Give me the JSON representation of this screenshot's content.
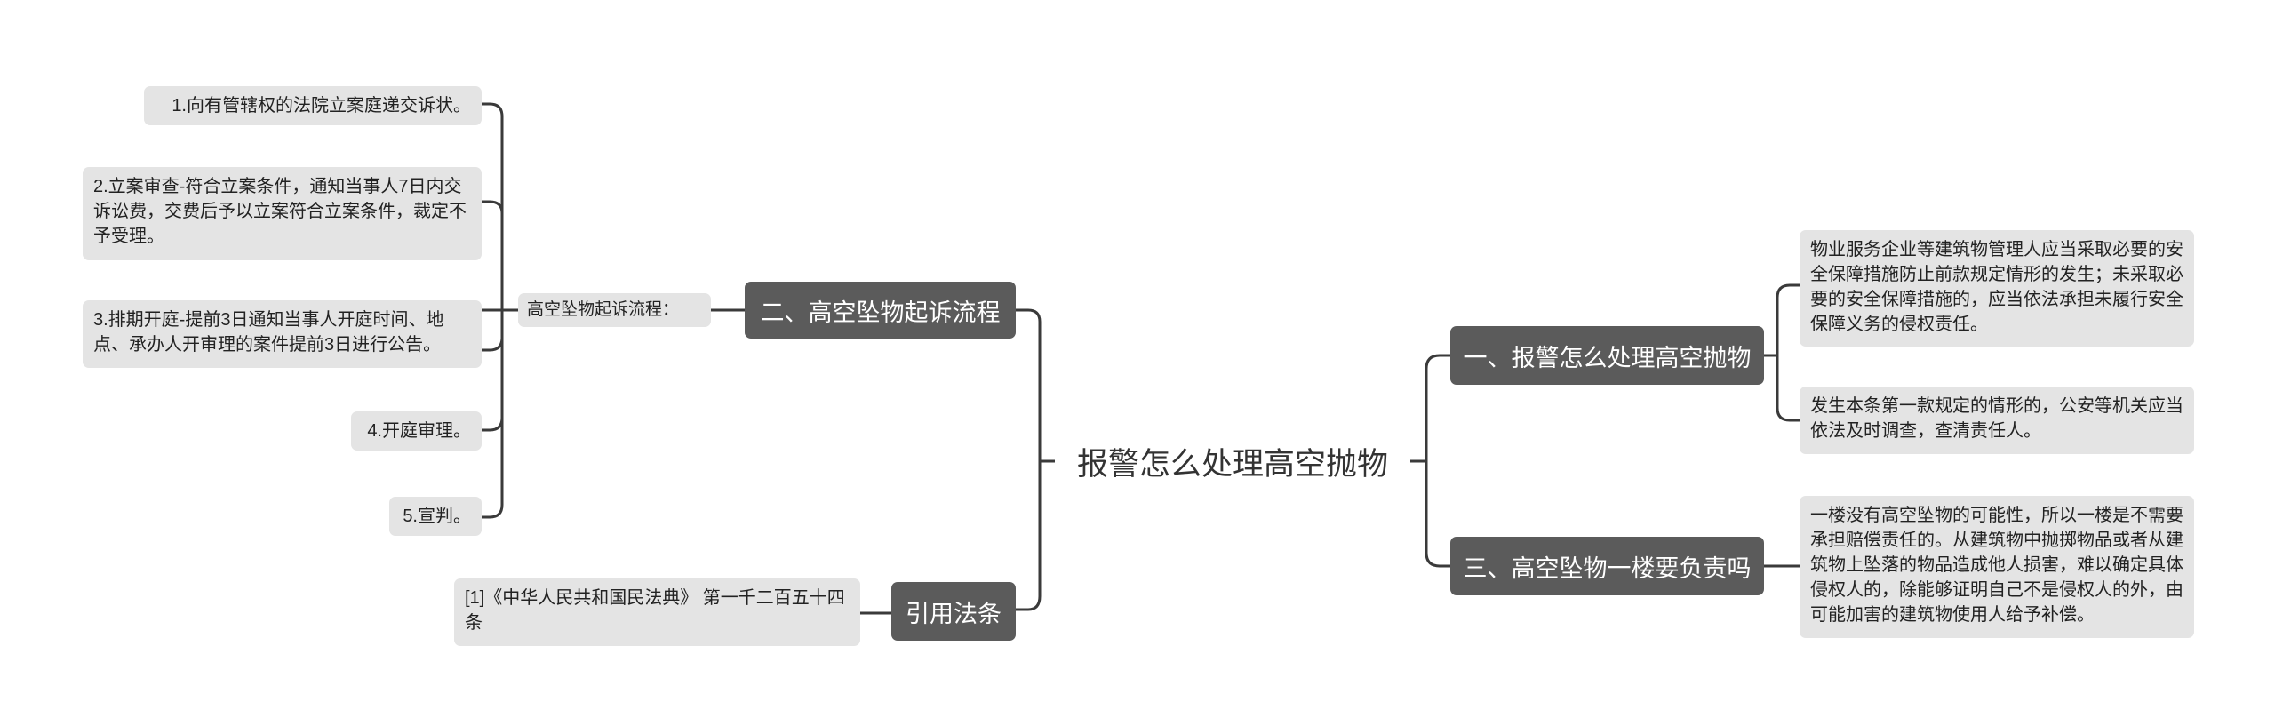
{
  "center": {
    "label": "报警怎么处理高空抛物"
  },
  "branches": {
    "b1": {
      "label": "一、报警怎么处理高空抛物"
    },
    "b2": {
      "label": "二、高空坠物起诉流程"
    },
    "b3": {
      "label": "三、高空坠物一楼要负责吗"
    },
    "b4": {
      "label": "引用法条"
    }
  },
  "sub": {
    "procedure": "高空坠物起诉流程："
  },
  "leaves": {
    "l1": "1.向有管辖权的法院立案庭递交诉状。",
    "l2": "2.立案审查-符合立案条件，通知当事人7日内交诉讼费，交费后予以立案符合立案条件，裁定不予受理。",
    "l3": "3.排期开庭-提前3日通知当事人开庭时间、地点、承办人开审理的案件提前3日进行公告。",
    "l4": "4.开庭审理。",
    "l5": "5.宣判。",
    "law": "[1]《中华人民共和国民法典》 第一千二百五十四条",
    "r1": "物业服务企业等建筑物管理人应当采取必要的安全保障措施防止前款规定情形的发生；未采取必要的安全保障措施的，应当依法承担未履行安全保障义务的侵权责任。",
    "r2": "发生本条第一款规定的情形的，公安等机关应当依法及时调查，查清责任人。",
    "r3": "一楼没有高空坠物的可能性，所以一楼是不需要承担赔偿责任的。从建筑物中抛掷物品或者从建筑物上坠落的物品造成他人损害，难以确定具体侵权人的，除能够证明自己不是侵权人的外，由可能加害的建筑物使用人给予补偿。"
  },
  "colors": {
    "branch_bg": "#5b5b5b",
    "leaf_bg": "#e4e4e4",
    "connector": "#3a3a3a"
  }
}
